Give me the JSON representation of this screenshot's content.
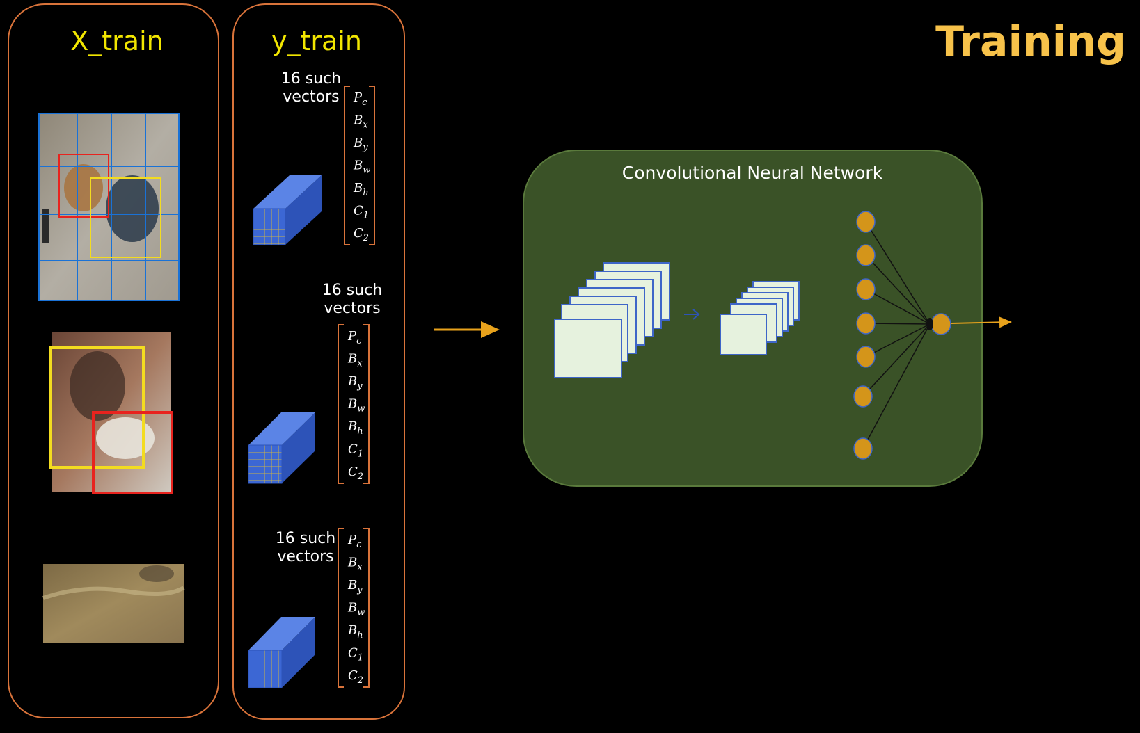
{
  "title": "Training",
  "panels": {
    "x_train_label": "X_train",
    "y_train_label": "y_train"
  },
  "vector_groups": [
    {
      "line1": "16 such",
      "line2": "vectors"
    },
    {
      "line1": "16 such",
      "line2": "vectors"
    },
    {
      "line1": "16 such",
      "line2": "vectors"
    }
  ],
  "vector_elements": [
    {
      "base": "P",
      "sub": "c"
    },
    {
      "base": "B",
      "sub": "x"
    },
    {
      "base": "B",
      "sub": "y"
    },
    {
      "base": "B",
      "sub": "w"
    },
    {
      "base": "B",
      "sub": "h"
    },
    {
      "base": "C",
      "sub": "1"
    },
    {
      "base": "C",
      "sub": "2"
    }
  ],
  "cnn": {
    "label": "Convolutional Neural Network"
  },
  "colors": {
    "panel_border": "#d9733a",
    "heading_yellow": "#f2e600",
    "title_gold": "#f7c24a",
    "cnn_fill": "#3a5227",
    "neuron": "#d4951a",
    "arrow": "#e8a21c",
    "cube": "#3c67d4",
    "box_red": "#e8231e",
    "box_yellow": "#f3dc20",
    "grid_blue": "#1a72d6"
  }
}
